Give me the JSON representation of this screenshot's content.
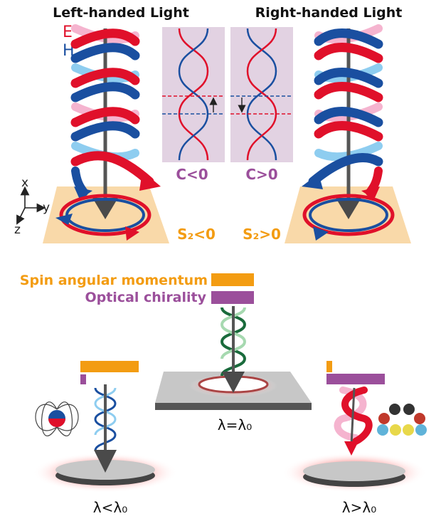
{
  "top": {
    "left_title": "Left-handed Light",
    "right_title": "Right-handed Light",
    "e_label": "E",
    "h_label": "H",
    "axis_x": "x",
    "axis_y": "y",
    "axis_z": "z",
    "chirality_neg": "C<0",
    "chirality_pos": "C>0",
    "spin_neg": "S₂<0",
    "spin_pos": "S₂>0"
  },
  "legend": {
    "spin": "Spin angular momentum",
    "chirality": "Optical chirality"
  },
  "bottom": {
    "lambda_less": "λ<λ₀",
    "lambda_equal": "λ=λ₀",
    "lambda_greater": "λ>λ₀"
  },
  "colors": {
    "e_field": "#e0102a",
    "h_field": "#1a4fa0",
    "spin": "#f39c12",
    "chirality": "#9b4f9b",
    "panel": "#e2d2e2",
    "pad": "#f9d9a9"
  }
}
